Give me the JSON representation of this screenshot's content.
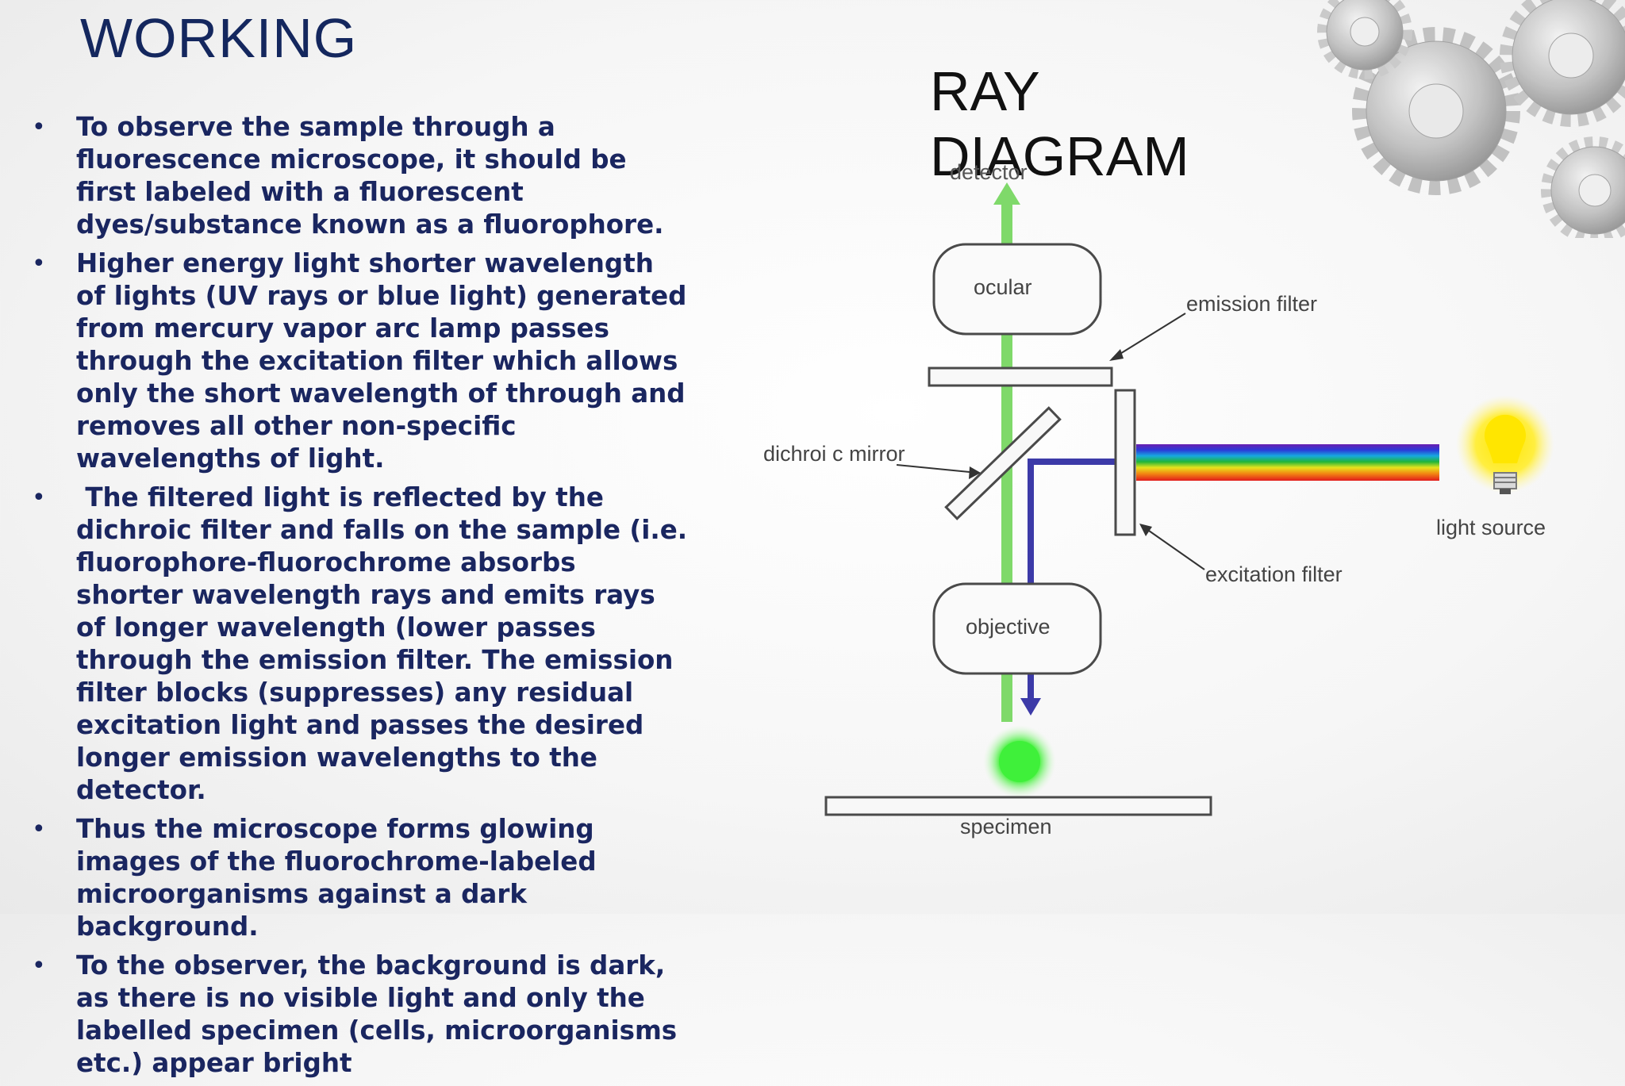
{
  "slide": {
    "title": "WORKING",
    "bullet_glyph": "•",
    "bullets": [
      "To observe the sample through a fluorescence microscope, it should be first labeled with a fluorescent dyes/substance known as a fluorophore.",
      "Higher energy light shorter wavelength of lights (UV rays or blue light) generated from mercury vapor arc lamp passes through the excitation filter which allows only the short wavelength of through and removes all other non-specific wavelengths of light.",
      " The filtered light is reflected by the dichroic filter and falls on the sample (i.e. fluorophore-fluorochrome absorbs shorter wavelength rays and emits rays of longer wavelength (lower passes through the emission filter. The emission filter blocks (suppresses) any residual excitation light and passes the desired longer emission wavelengths to the detector.",
      "Thus the microscope forms glowing images of the fluorochrome-labeled microorganisms against a dark background.",
      "To the observer, the background is dark, as there is no visible light and only the labelled specimen (cells, microorganisms etc.) appear bright"
    ]
  },
  "diagram": {
    "title": "RAY DIAGRAM",
    "labels": {
      "detector": "detector",
      "ocular": "ocular",
      "emission_filter": "emission filter",
      "dichroic_mirror": "dichroi c mirror",
      "light_source": "light source",
      "excitation_filter": "excitation filter",
      "objective": "objective",
      "specimen": "specimen"
    },
    "colors": {
      "title_text": "#14275e",
      "emitted_light": "#7fd96a",
      "excitation_light": "#3c3aa8",
      "specimen_glow": "#3ff03a",
      "bulb": "#ffe600"
    },
    "icons": {
      "bulb": "light-bulb-icon",
      "decoration": "gears-icon"
    }
  }
}
